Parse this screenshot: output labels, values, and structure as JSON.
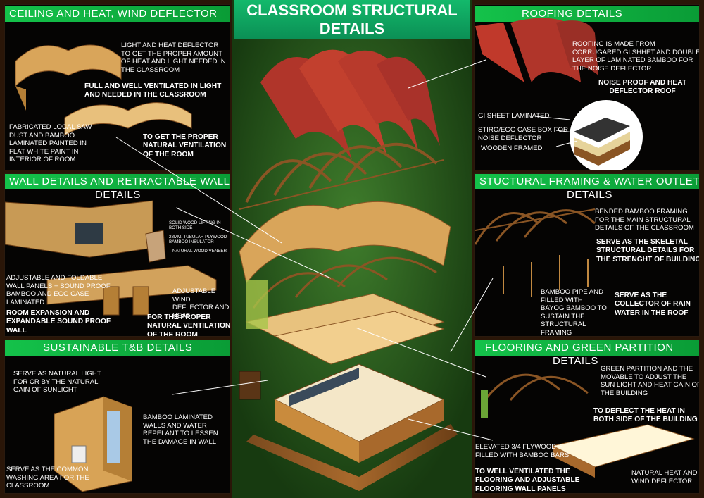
{
  "main": {
    "title_line1": "CLASSROOM STRUCTURAL",
    "title_line2": "DETAILS"
  },
  "ceiling": {
    "header": "CEILING AND HEAT, WIND DEFLECTOR",
    "note1": "LIGHT AND HEAT DEFLECTOR TO GET THE PROPER AMOUNT OF HEAT AND LIGHT NEEDED IN THE CLASSROOM",
    "bold1": "FULL AND WELL VENTILATED IN LIGHT AND NEEDED IN THE CLASSROOM",
    "note2": "FABRICATED LOCAL SAW DUST AND BAMBOO LAMINATED PAINTED IN FLAT WHITE PAINT IN INTERIOR OF ROOM",
    "bold2": "TO GET THE PROPER NATURAL VENTILATION OF THE ROOM"
  },
  "wall": {
    "header": "WALL DETAILS AND RETRACTABLE WALL",
    "header2": "DETAILS",
    "small1": "SOLID WOOD LIFTING IN BOTH SIDE",
    "small2": "28mm. TUBULAR PLYWOOD BAMBOO INSULATOR",
    "small3": "NATURAL WOOD VENEER",
    "note1": "ADJUSTABLE AND FOLDABLE WALL PANELS + SOUND PROOF BAMBOO AND EGG CASE LAMINATED",
    "bold1": "ROOM EXPANSION AND EXPANDABLE SOUND PROOF WALL",
    "note2": "ADJUSTABLE WIND DEFLECTOR AND HEAT",
    "bold2": "FOR THE PROPER NATURAL VENTILATION OF THE ROOM"
  },
  "tb": {
    "header": "SUSTAINABLE T&B DETAILS",
    "note1": "SERVE AS NATURAL LIGHT FOR CR BY THE NATURAL GAIN OF SUNLIGHT",
    "note2": "BAMBOO LAMINATED WALLS AND WATER REPELANT TO LESSEN THE DAMAGE IN WALL",
    "note3": "SERVE AS THE COMMON WASHING AREA FOR THE CLASSROOM"
  },
  "roofing": {
    "header": "ROOFING DETAILS",
    "note1": "ROOFING IS MADE FROM CORRUGARED GI SHHET AND DOUBLE LAYER OF LAMINATED BAMBOO FOR THE NOISE DEFLECTOR",
    "bold1": "NOISE PROOF AND HEAT DEFLECTOR ROOF",
    "layer1": "GI SHEET LAMINATED",
    "layer2": "STIRO/EGG CASE BOX FOR NOISE DEFLECTOR",
    "layer3": "WOODEN FRAMED"
  },
  "framing": {
    "header": "STUCTURAL FRAMING & WATER OUTLET",
    "header2": "DETAILS",
    "note1": "BENDED BAMBOO FRAMING FOR THE MAIN STRUCTURAL DETAILS OF THE CLASSROOM",
    "bold1": "SERVE AS THE SKELETAL STRUCTURAL DETAILS FOR THE STRENGHT OF BUILDING",
    "note2": "BAMBOO PIPE AND FILLED WITH BAYOG BAMBOO TO SUSTAIN THE STRUCTURAL FRAMING",
    "bold2": "SERVE AS THE COLLECTOR OF RAIN WATER IN THE ROOF"
  },
  "flooring": {
    "header": "FLOORING AND  GREEN PARTITION",
    "header2": "DETAILS",
    "note1": "GREEN PARTITION AND THE MOVABLE TO ADJUST THE SUN LIGHT AND HEAT GAIN  OF THE BUILDING",
    "bold1": "TO DEFLECT THE HEAT IN BOTH SIDE OF THE BUILDING",
    "note2": "ELEVATED 3/4 FLYWOOD + FILLED WITH BAMBOO BARS",
    "bold2": "TO WELL VENTILATED THE FLOORING AND ADJUSTABLE FLOORING WALL PANELS",
    "note3": "NATURAL HEAT AND WIND DEFLECTOR"
  },
  "colors": {
    "header_green": "#14c24a",
    "roof_red": "#c0392b",
    "bamboo": "#d9a55a",
    "panel_bg": "#050403"
  }
}
